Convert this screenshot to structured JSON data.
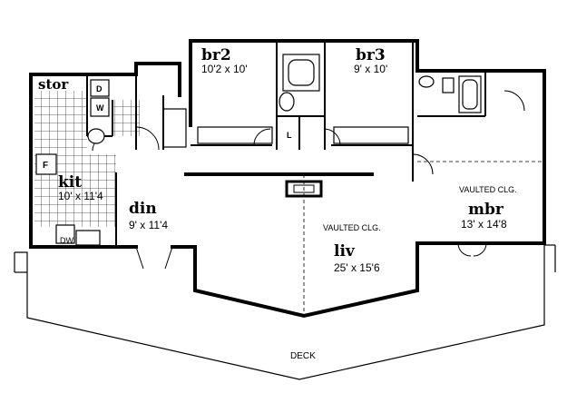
{
  "rooms": {
    "stor": {
      "name": "stor"
    },
    "kit": {
      "name": "kit",
      "size": "10' x 11'4"
    },
    "din": {
      "name": "din",
      "size": "9' x 11'4"
    },
    "br2": {
      "name": "br2",
      "size": "10'2 x 10'"
    },
    "br3": {
      "name": "br3",
      "size": "9' x 10'"
    },
    "liv": {
      "name": "liv",
      "size": "25' x 15'6",
      "note": "VAULTED CLG."
    },
    "mbr": {
      "name": "mbr",
      "size": "13' x 14'8",
      "note": "VAULTED CLG."
    }
  },
  "fixtures": {
    "washer": "W",
    "dryer": "D",
    "fridge": "F",
    "dishwasher": "DW",
    "linen": "L"
  },
  "deck": {
    "label": "DECK"
  },
  "colors": {
    "ink": "#000000",
    "paper": "#ffffff",
    "hatch": "#444444"
  }
}
